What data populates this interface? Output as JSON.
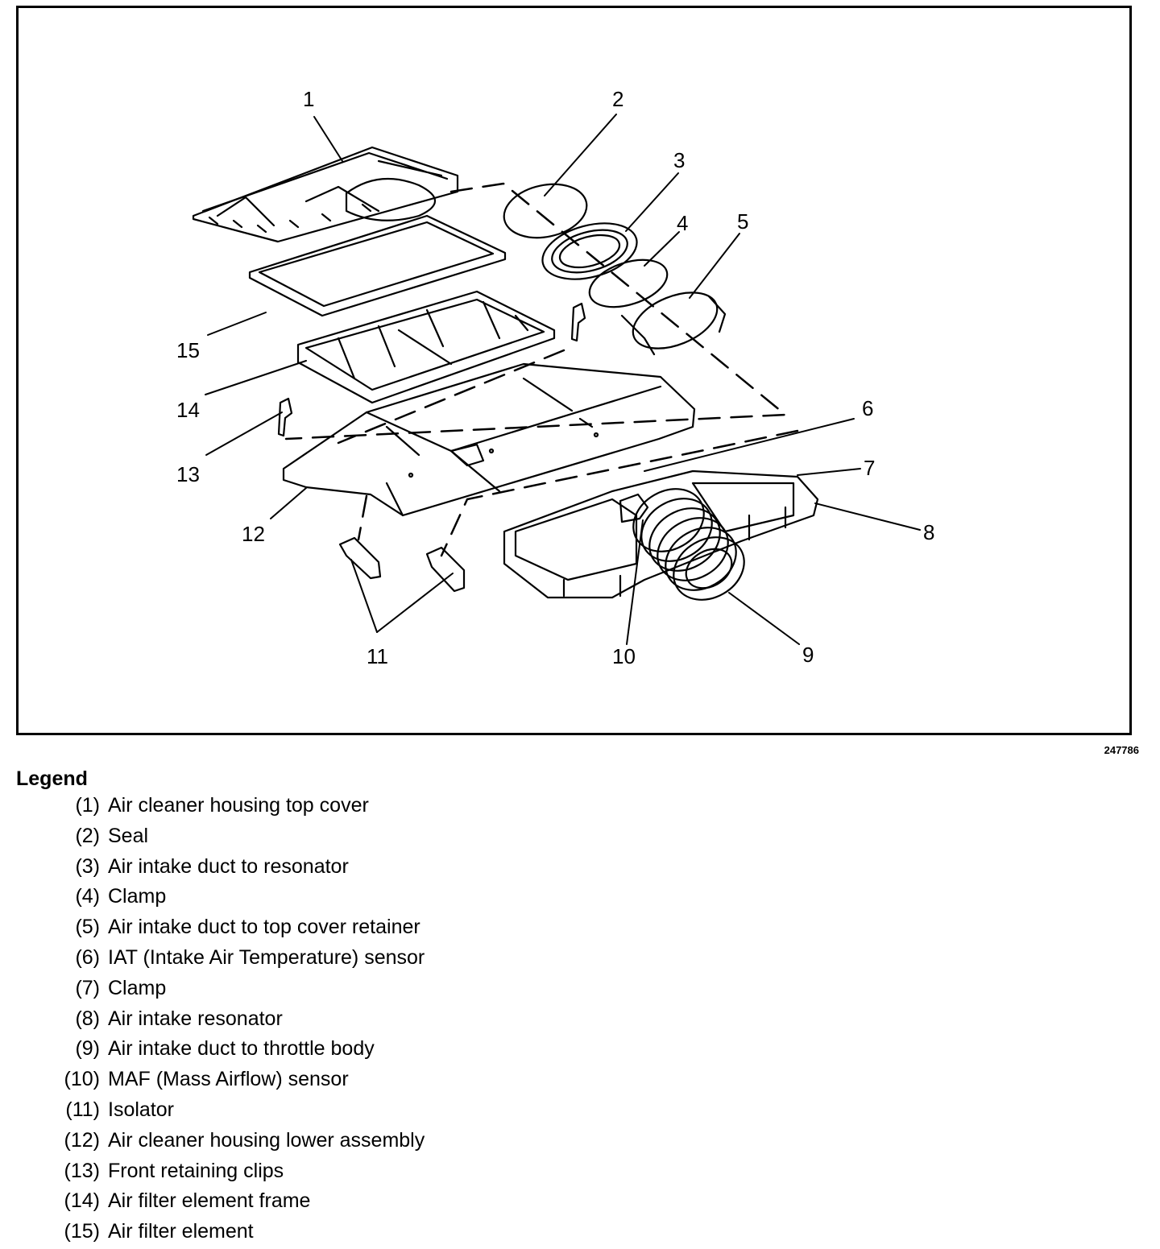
{
  "figure_number": "247786",
  "callouts": [
    "1",
    "2",
    "3",
    "4",
    "5",
    "6",
    "7",
    "8",
    "9",
    "10",
    "11",
    "12",
    "13",
    "14",
    "15"
  ],
  "legend": {
    "title": "Legend",
    "items": [
      {
        "num": "(1)",
        "label": "Air cleaner housing top cover"
      },
      {
        "num": "(2)",
        "label": "Seal"
      },
      {
        "num": "(3)",
        "label": "Air intake duct to resonator"
      },
      {
        "num": "(4)",
        "label": "Clamp"
      },
      {
        "num": "(5)",
        "label": "Air intake duct to top cover retainer"
      },
      {
        "num": "(6)",
        "label": "IAT (Intake Air Temperature) sensor"
      },
      {
        "num": "(7)",
        "label": "Clamp"
      },
      {
        "num": "(8)",
        "label": "Air intake resonator"
      },
      {
        "num": "(9)",
        "label": "Air intake duct to throttle body"
      },
      {
        "num": "(10)",
        "label": "MAF (Mass Airflow) sensor"
      },
      {
        "num": "(11)",
        "label": "Isolator"
      },
      {
        "num": "(12)",
        "label": "Air cleaner housing lower assembly"
      },
      {
        "num": "(13)",
        "label": "Front retaining clips"
      },
      {
        "num": "(14)",
        "label": "Air filter element frame"
      },
      {
        "num": "(15)",
        "label": "Air filter element"
      }
    ]
  }
}
